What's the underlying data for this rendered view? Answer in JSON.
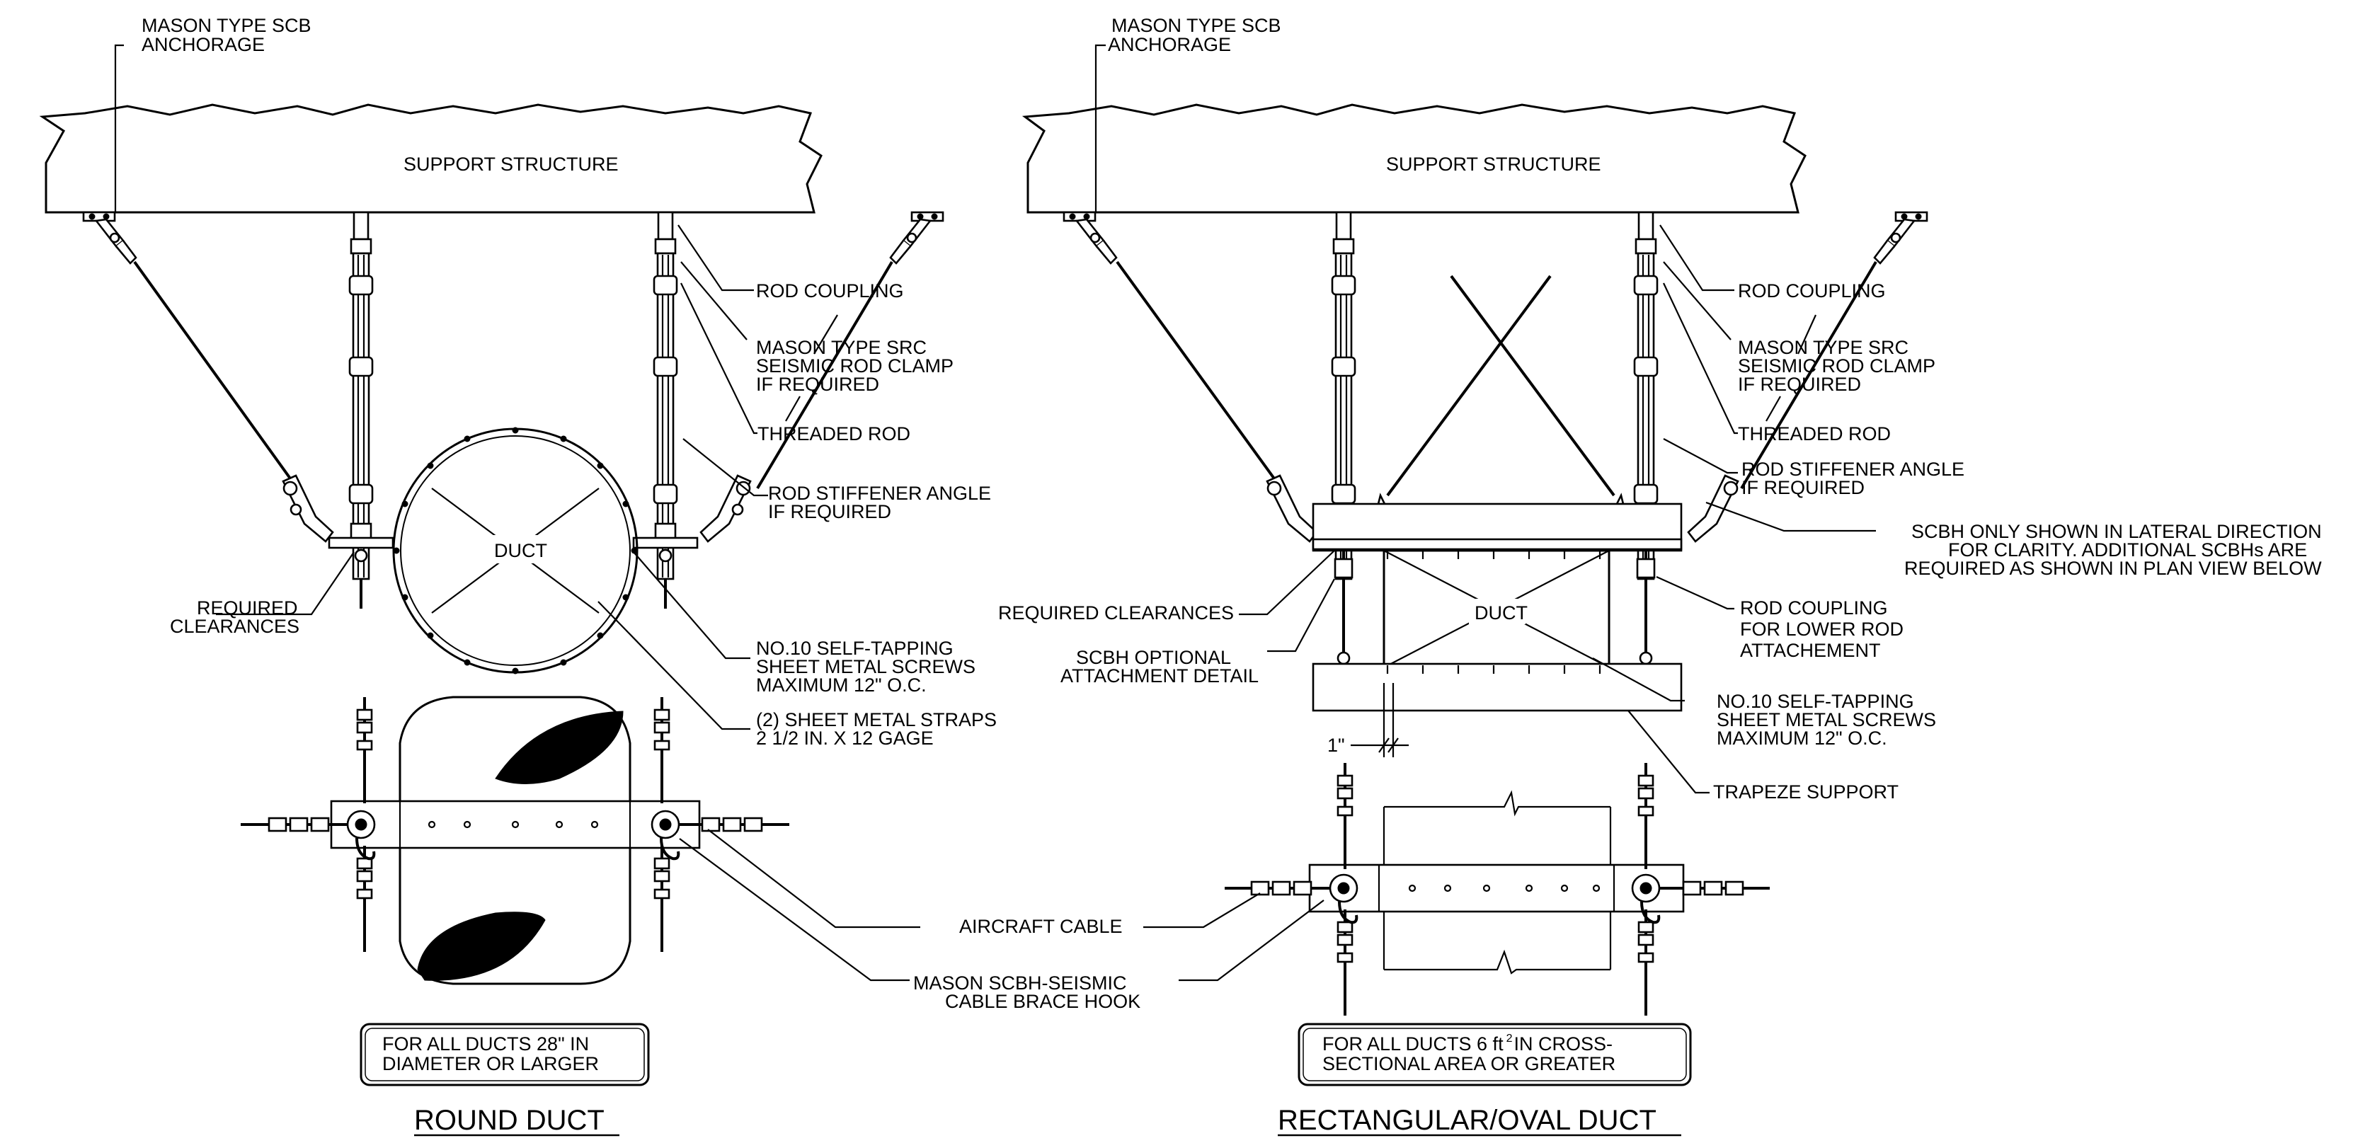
{
  "left_detail": {
    "anchorage_label_1": "MASON TYPE SCB",
    "anchorage_label_2": "ANCHORAGE",
    "support_structure": "SUPPORT STRUCTURE",
    "rod_coupling": "ROD COUPLING",
    "src_label_1": "MASON TYPE SRC",
    "src_label_2": "SEISMIC ROD CLAMP",
    "src_label_3": "IF REQUIRED",
    "threaded_rod": "THREADED ROD",
    "stiffener_1": "ROD STIFFENER ANGLE",
    "stiffener_2": "IF REQUIRED",
    "duct": "DUCT",
    "clearances_1": "REQUIRED",
    "clearances_2": "CLEARANCES",
    "screws_1": "NO.10 SELF-TAPPING",
    "screws_2": "SHEET METAL SCREWS",
    "screws_3": "MAXIMUM 12\" O.C.",
    "straps_1": "(2) SHEET METAL STRAPS",
    "straps_2": "2 1/2 IN. X 12 GAGE",
    "aircraft_cable": "AIRCRAFT CABLE",
    "scbh_1": "MASON SCBH-SEISMIC",
    "scbh_2": "CABLE BRACE HOOK",
    "note_1": "FOR ALL DUCTS 28\" IN",
    "note_2": "DIAMETER OR LARGER",
    "title": "ROUND DUCT"
  },
  "right_detail": {
    "anchorage_label_1": "MASON TYPE SCB",
    "anchorage_label_2": "ANCHORAGE",
    "support_structure": "SUPPORT STRUCTURE",
    "rod_coupling": "ROD COUPLING",
    "src_label_1": "MASON TYPE SRC",
    "src_label_2": "SEISMIC ROD CLAMP",
    "src_label_3": "IF REQUIRED",
    "threaded_rod": "THREADED ROD",
    "stiffener_1": "ROD STIFFENER ANGLE",
    "stiffener_2": "IF REQUIRED",
    "scbh_note_1": "SCBH ONLY SHOWN IN LATERAL DIRECTION",
    "scbh_note_2": "FOR CLARITY.  ADDITIONAL SCBHs ARE",
    "scbh_note_3": "REQUIRED AS SHOWN IN PLAN VIEW BELOW",
    "clearances": "REQUIRED CLEARANCES",
    "optional_1": "SCBH OPTIONAL",
    "optional_2": "ATTACHMENT DETAIL",
    "duct": "DUCT",
    "lower_coupling_1": "ROD COUPLING",
    "lower_coupling_2": "FOR LOWER ROD",
    "lower_coupling_3": "ATTACHEMENT",
    "screws_1": "NO.10 SELF-TAPPING",
    "screws_2": "SHEET METAL SCREWS",
    "screws_3": "MAXIMUM 12\" O.C.",
    "dimension": "1\"",
    "trapeze": "TRAPEZE SUPPORT",
    "note_1": "FOR ALL DUCTS 6 ft",
    "note_sup": "2",
    "note_1b": "IN CROSS-",
    "note_2": "SECTIONAL AREA OR GREATER",
    "title": "RECTANGULAR/OVAL DUCT"
  }
}
